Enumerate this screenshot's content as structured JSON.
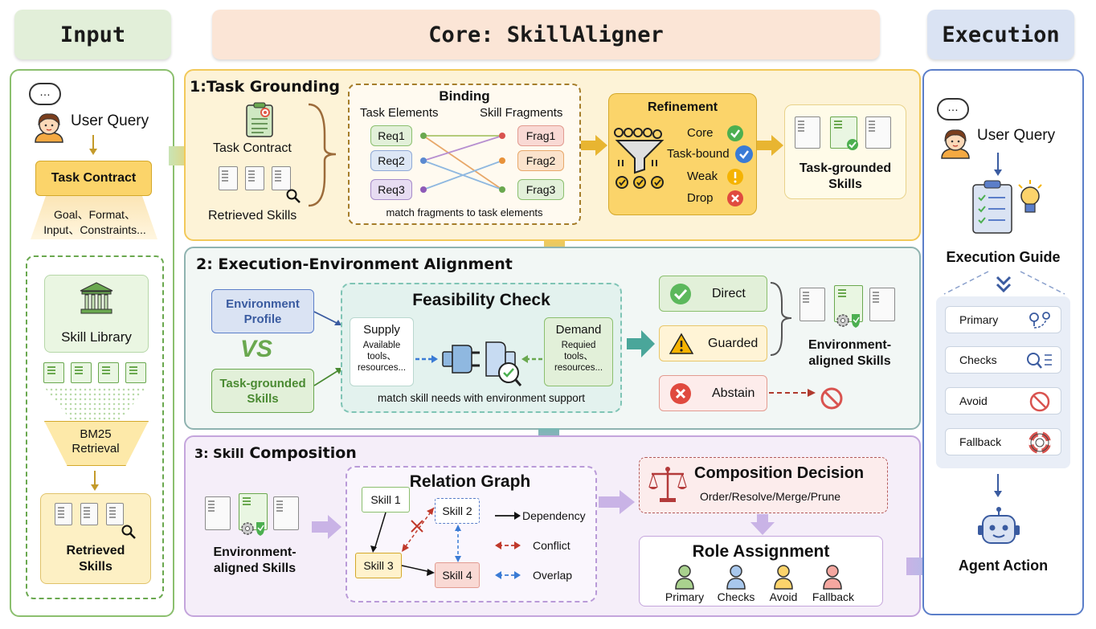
{
  "headers": {
    "input": "Input",
    "core": "Core: SkillAligner",
    "execution": "Execution"
  },
  "input_panel": {
    "user_query": "User Query",
    "task_contract": "Task Contract",
    "contract_fields": "Goal、Format、\nInput、Constraints...",
    "skill_library": "Skill Library",
    "bm25": "BM25\nRetrieval",
    "retrieved_skills": "Retrieved\nSkills"
  },
  "stage1": {
    "title": "1:Task Grounding",
    "task_contract": "Task Contract",
    "retrieved_skills": "Retrieved Skills",
    "binding": {
      "title": "Binding",
      "left_header": "Task Elements",
      "right_header": "Skill Fragments",
      "reqs": [
        "Req1",
        "Req2",
        "Req3"
      ],
      "frags": [
        "Frag1",
        "Frag2",
        "Frag3"
      ],
      "caption": "match fragments to task elements"
    },
    "refinement": {
      "title": "Refinement",
      "labels": [
        "Core",
        "Task-bound",
        "Weak",
        "Drop"
      ]
    },
    "output": "Task-grounded\nSkills"
  },
  "stage2": {
    "title": "2: Execution-Environment Alignment",
    "environment_profile": "Environment\nProfile",
    "vs": "VS",
    "task_grounded": "Task-grounded\nSkills",
    "feasibility": {
      "title": "Feasibility Check",
      "supply_title": "Supply",
      "supply_text": "Available\ntools、\nresources...",
      "demand_title": "Demand",
      "demand_text": "Requied\ntools、\nresources...",
      "caption": "match skill needs with environment support"
    },
    "outcomes": [
      "Direct",
      "Guarded",
      "Abstain"
    ],
    "output": "Environment-\naligned Skills"
  },
  "stage3": {
    "title_prefix": "3: Skill",
    "title_word": "Composition",
    "input": "Environment-\naligned Skills",
    "graph": {
      "title": "Relation Graph",
      "nodes": [
        "Skill 1",
        "Skill 2",
        "Skill 3",
        "Skill 4"
      ],
      "legend": [
        "Dependency",
        "Conflict",
        "Overlap"
      ]
    },
    "decision": {
      "title": "Composition Decision",
      "subtitle": "Order/Resolve/Merge/Prune"
    },
    "roles": {
      "title": "Role Assignment",
      "items": [
        "Primary",
        "Checks",
        "Avoid",
        "Fallback"
      ]
    }
  },
  "execution_panel": {
    "user_query": "User Query",
    "guide": "Execution Guide",
    "items": [
      "Primary",
      "Checks",
      "Avoid",
      "Fallback"
    ],
    "action": "Agent Action"
  },
  "colors": {
    "input_header": "#e2efd9",
    "core_header": "#fbe5d6",
    "exec_header": "#dae3f3",
    "stage1_bg": "#fdf3d7",
    "stage2_bg": "#f2f7f5",
    "stage3_bg": "#f5eef9"
  }
}
